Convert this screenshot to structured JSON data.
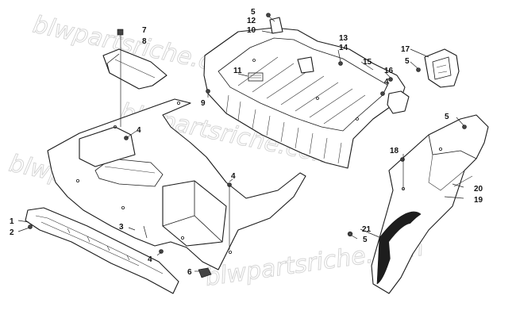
{
  "watermark": "blwpartsriche.com",
  "callouts": [
    {
      "id": "c1",
      "label": "1"
    },
    {
      "id": "c2",
      "label": "2"
    },
    {
      "id": "c3",
      "label": "3"
    },
    {
      "id": "c4a",
      "label": "4"
    },
    {
      "id": "c4b",
      "label": "4"
    },
    {
      "id": "c4c",
      "label": "4"
    },
    {
      "id": "c4d",
      "label": "4"
    },
    {
      "id": "c5a",
      "label": "5"
    },
    {
      "id": "c5b",
      "label": "5"
    },
    {
      "id": "c5c",
      "label": "5"
    },
    {
      "id": "c5d",
      "label": "5"
    },
    {
      "id": "c6",
      "label": "6"
    },
    {
      "id": "c7",
      "label": "7"
    },
    {
      "id": "c8",
      "label": "8"
    },
    {
      "id": "c9",
      "label": "9"
    },
    {
      "id": "c10",
      "label": "10"
    },
    {
      "id": "c11",
      "label": "11"
    },
    {
      "id": "c12",
      "label": "12"
    },
    {
      "id": "c13",
      "label": "13"
    },
    {
      "id": "c14",
      "label": "14"
    },
    {
      "id": "c15",
      "label": "15"
    },
    {
      "id": "c16",
      "label": "16"
    },
    {
      "id": "c17",
      "label": "17"
    },
    {
      "id": "c18",
      "label": "18"
    },
    {
      "id": "c19",
      "label": "19"
    },
    {
      "id": "c20",
      "label": "20"
    },
    {
      "id": "c21",
      "label": "21"
    }
  ]
}
